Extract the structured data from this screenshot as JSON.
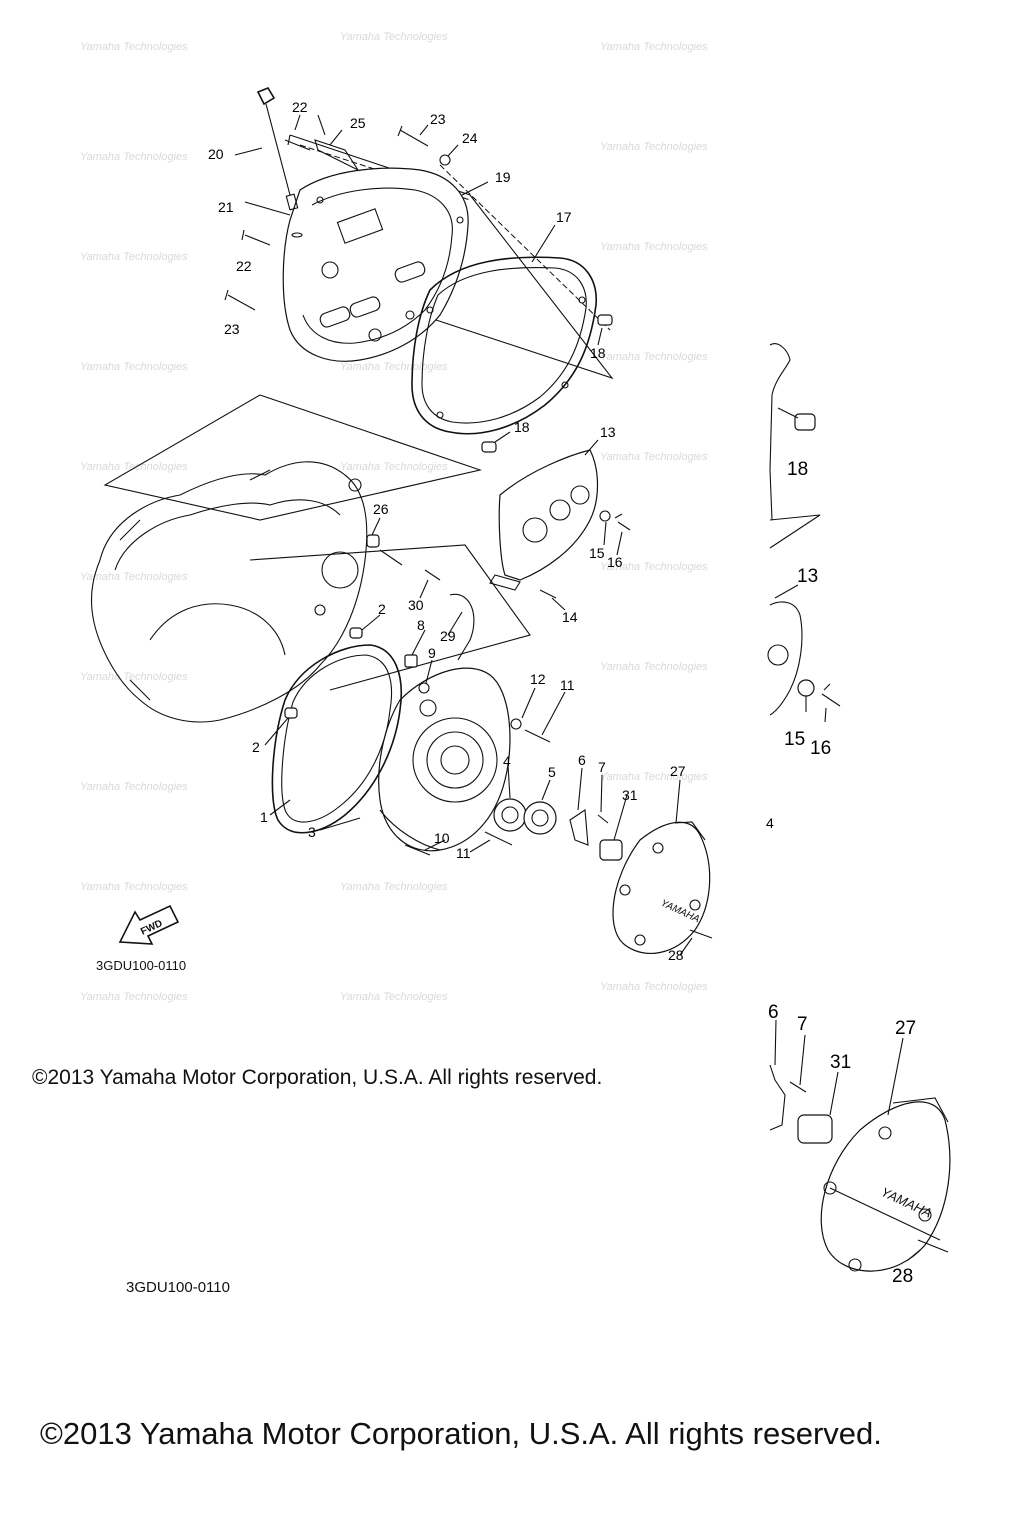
{
  "diagram": {
    "watermark": "Yamaha Technologies",
    "fwd_label": "FWD",
    "brand_mark": "YAMAHA",
    "part_code_main": "3GDU100-0110",
    "part_code_secondary": "3GDU100-0110",
    "copyright_small": "©2013 Yamaha Motor Corporation, U.S.A. All rights reserved.",
    "copyright_large": "©2013 Yamaha Motor Corporation, U.S.A. All rights reserved.",
    "callouts": {
      "c1": "1",
      "c2a": "2",
      "c2b": "2",
      "c3": "3",
      "c4": "4",
      "c5": "5",
      "c6": "6",
      "c7": "7",
      "c8": "8",
      "c9": "9",
      "c10": "10",
      "c11a": "11",
      "c11b": "11",
      "c12": "12",
      "c13": "13",
      "c14": "14",
      "c15": "15",
      "c16": "16",
      "c17": "17",
      "c18a": "18",
      "c18b": "18",
      "c19": "19",
      "c20": "20",
      "c21": "21",
      "c22a": "22",
      "c22b": "22",
      "c23a": "23",
      "c23b": "23",
      "c24": "24",
      "c25": "25",
      "c26": "26",
      "c27": "27",
      "c28": "28",
      "c29": "29",
      "c30": "30",
      "c31": "31"
    },
    "zoom_callouts": {
      "z18": "18",
      "z13": "13",
      "z15": "15",
      "z16": "16",
      "z4": "4",
      "z6": "6",
      "z7": "7",
      "z31": "31",
      "z27": "27",
      "z28": "28"
    }
  }
}
